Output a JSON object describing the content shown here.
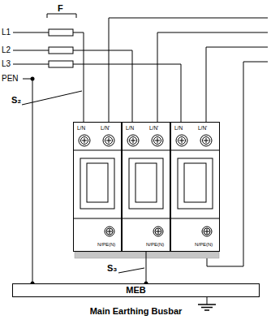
{
  "diagram": {
    "nodes": [
      {
        "text": [
          "L/N",
          "L/N'",
          "N/PE(N)"
        ]
      },
      {
        "text": [
          "L/N",
          "L/N'",
          "N/PE(N)"
        ]
      },
      {
        "text": [
          "L/N",
          "L/N'",
          "N/PE(N)"
        ]
      },
      {
        "text": [
          "MEB",
          "Main Earthing Busbar"
        ]
      }
    ],
    "edges": [
      {
        "from": 1,
        "to": 3,
        "arrow": "none"
      }
    ],
    "labels": [
      "L1",
      "L2",
      "L3",
      "PEN",
      "F",
      "S₂",
      "S₃"
    ]
  }
}
